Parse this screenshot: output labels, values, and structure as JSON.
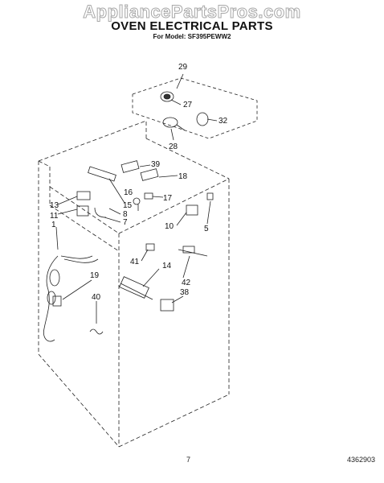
{
  "watermark": "AppliancePartsPros.com",
  "title": "OVEN ELECTRICAL PARTS",
  "model": "For Model: SF395PEWW2",
  "page_number": "7",
  "document_number": "4362903",
  "callouts": {
    "c29": "29",
    "c27": "27",
    "c32": "32",
    "c28": "28",
    "c39": "39",
    "c18": "18",
    "c16": "16",
    "c17": "17",
    "c15": "15",
    "c8": "8",
    "c7": "7",
    "c13": "13",
    "c11": "11",
    "c1": "1",
    "c10": "10",
    "c5": "5",
    "c41": "41",
    "c14": "14",
    "c42": "42",
    "c38": "38",
    "c19": "19",
    "c40": "40"
  }
}
